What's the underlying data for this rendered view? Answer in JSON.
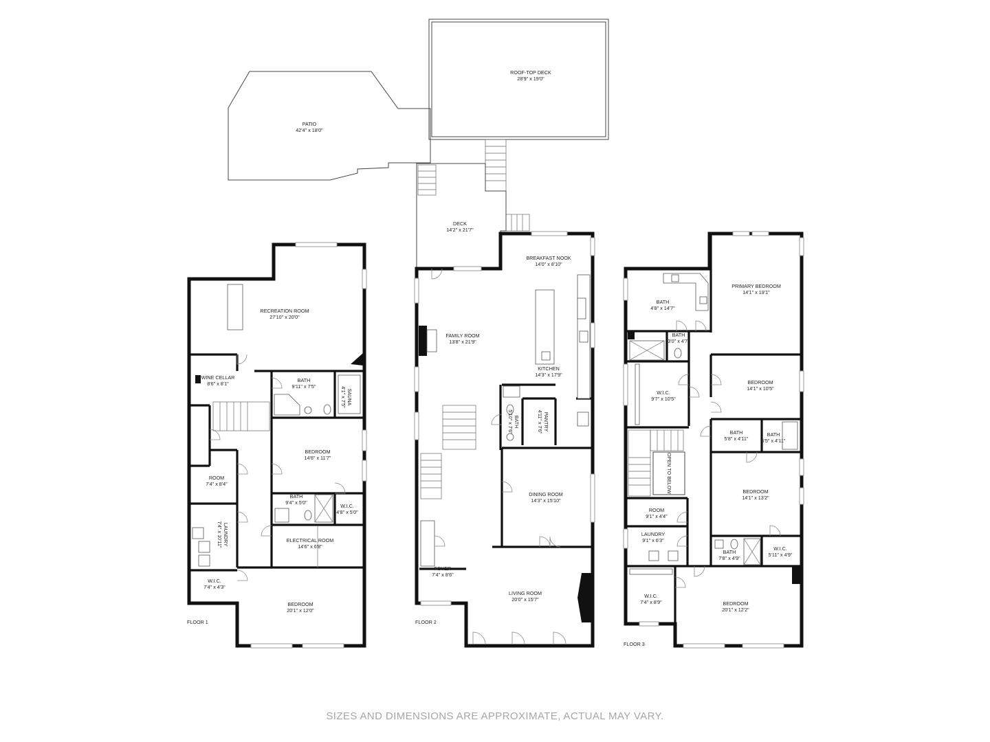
{
  "disclaimer": "SIZES AND DIMENSIONS ARE APPROXIMATE, ACTUAL MAY VARY.",
  "outdoor": {
    "patio": {
      "name": "PATIO",
      "dim": "42'4\" x 18'0\""
    },
    "roof_deck": {
      "name": "ROOF-TOP DECK",
      "dim": "28'9\" x 19'0\""
    },
    "deck": {
      "name": "DECK",
      "dim": "14'2\" x 21'7\""
    }
  },
  "floor1": {
    "label": "FLOOR 1",
    "rooms": {
      "recreation": {
        "name": "RECREATION ROOM",
        "dim": "27'10\" x 20'0\""
      },
      "wine": {
        "name": "WINE CELLAR",
        "dim": "8'6\" x 8'1\""
      },
      "bath1": {
        "name": "BATH",
        "dim": "9'11\" x 7'5\""
      },
      "sauna": {
        "name": "SAUNA",
        "dim": "4'1\" x 7'5\""
      },
      "bedroom1": {
        "name": "BEDROOM",
        "dim": "14'6\" x 11'7\""
      },
      "room": {
        "name": "ROOM",
        "dim": "7'4\" x 8'4\""
      },
      "bath2": {
        "name": "BATH",
        "dim": "9'4\" x 5'0\""
      },
      "wic1": {
        "name": "W.I.C.",
        "dim": "4'8\" x 5'0\""
      },
      "laundry": {
        "name": "LAUNDRY",
        "dim": "7'4\" x 10'11\""
      },
      "electrical": {
        "name": "ELECTRICAL ROOM",
        "dim": "14'6\" x 6'8\""
      },
      "wic2": {
        "name": "W.I.C.",
        "dim": "7'4\" x 4'3\""
      },
      "bedroom2": {
        "name": "BEDROOM",
        "dim": "20'1\" x 12'0\""
      }
    }
  },
  "floor2": {
    "label": "FLOOR 2",
    "rooms": {
      "breakfast": {
        "name": "BREAKFAST NOOK",
        "dim": "14'0\" x 8'10\""
      },
      "family": {
        "name": "FAMILY ROOM",
        "dim": "13'8\" x 21'9\""
      },
      "kitchen": {
        "name": "KITCHEN",
        "dim": "14'3\" x 17'9\""
      },
      "bath": {
        "name": "BATH",
        "dim": "5'10\" x 7'6\""
      },
      "pantry": {
        "name": "PANTRY",
        "dim": "4'11\" x 7'6\""
      },
      "dining": {
        "name": "DINING ROOM",
        "dim": "14'3\" x 15'10\""
      },
      "foyer": {
        "name": "FOYER",
        "dim": "7'4\" x 8'6\""
      },
      "living": {
        "name": "LIVING ROOM",
        "dim": "20'0\" x 15'7\""
      }
    }
  },
  "floor3": {
    "label": "FLOOR 3",
    "rooms": {
      "bath1": {
        "name": "BATH",
        "dim": "4'8\" x 14'7\""
      },
      "primary": {
        "name": "PRIMARY BEDROOM",
        "dim": "14'1\" x 19'1\""
      },
      "bath2": {
        "name": "BATH",
        "dim": "3'0\" x 4'7\""
      },
      "wic1": {
        "name": "W.I.C.",
        "dim": "9'7\" x 10'5\""
      },
      "bedroom1": {
        "name": "BEDROOM",
        "dim": "14'1\" x 10'5\""
      },
      "bath3": {
        "name": "BATH",
        "dim": "5'8\" x 4'11\""
      },
      "bath4": {
        "name": "BATH",
        "dim": "5'5\" x 4'11\""
      },
      "open": {
        "name": "OPEN TO BELOW"
      },
      "bedroom2": {
        "name": "BEDROOM",
        "dim": "14'1\" x 13'2\""
      },
      "room": {
        "name": "ROOM",
        "dim": "9'1\" x 4'4\""
      },
      "laundry": {
        "name": "LAUNDRY",
        "dim": "9'1\" x 6'3\""
      },
      "bath5": {
        "name": "BATH",
        "dim": "7'8\" x 4'9\""
      },
      "wic2": {
        "name": "W.I.C.",
        "dim": "5'11\" x 4'9\""
      },
      "wic3": {
        "name": "W.I.C.",
        "dim": "7'4\" x 8'9\""
      },
      "bedroom3": {
        "name": "BEDROOM",
        "dim": "20'1\" x 12'2\""
      }
    }
  }
}
